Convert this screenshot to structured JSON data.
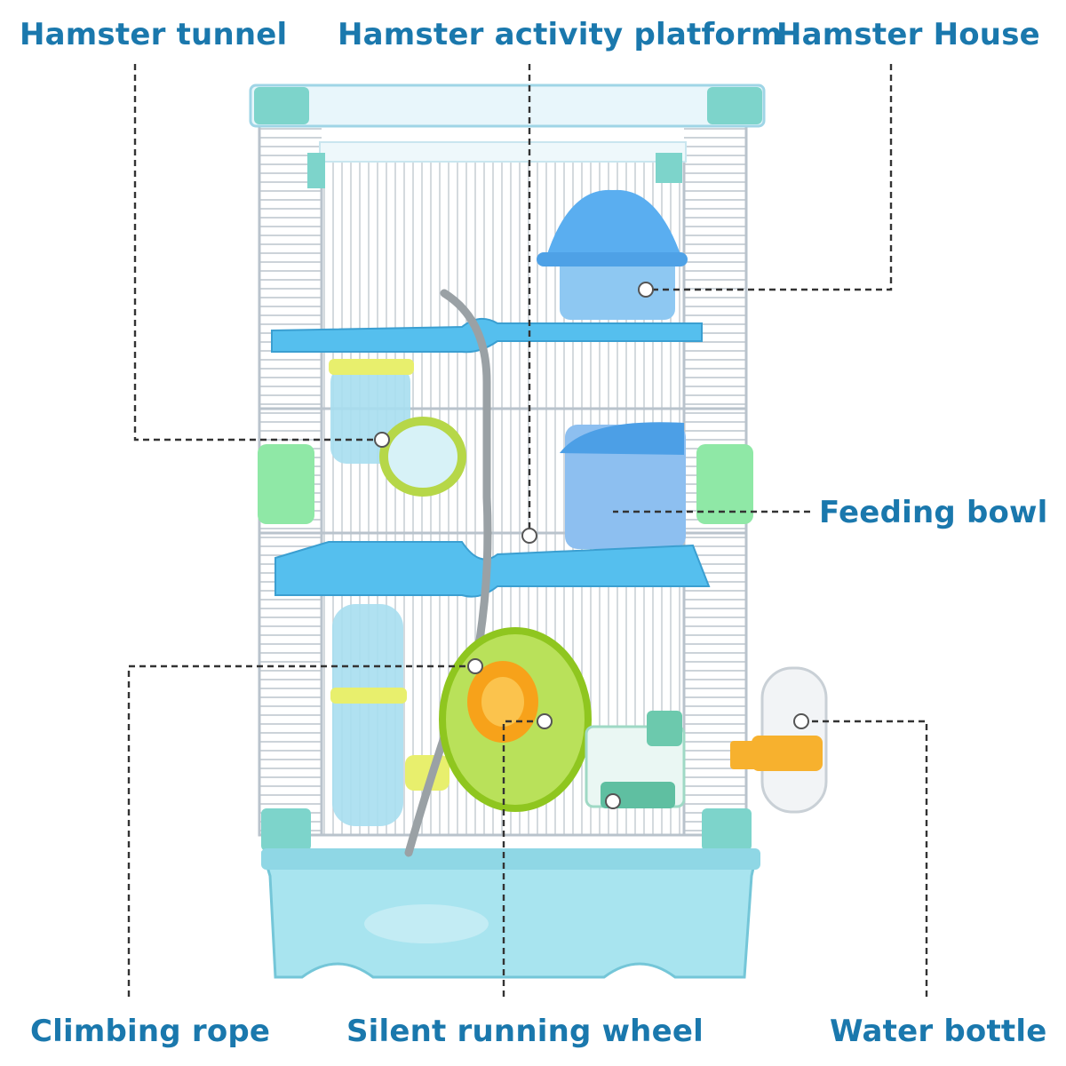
{
  "colors": {
    "label_text": "#1a78ad",
    "leader_line": "#333333",
    "cage_tray": "#9fe1ec",
    "cage_corner": "#6fd0c6",
    "platform_blue": "#55bfee",
    "accent_green": "#8fe8a6",
    "wheel_green": "#a7d92b",
    "wheel_orange": "#f7a21a",
    "wire": "#aeb8c2"
  },
  "labels": {
    "hamster_tunnel": "Hamster tunnel",
    "activity_platform": "Hamster activity platform",
    "hamster_house": "Hamster House",
    "feeding_bowl": "Feeding bowl",
    "climbing_rope": "Climbing rope",
    "running_wheel": "Silent running wheel",
    "water_bottle": "Water bottle"
  }
}
